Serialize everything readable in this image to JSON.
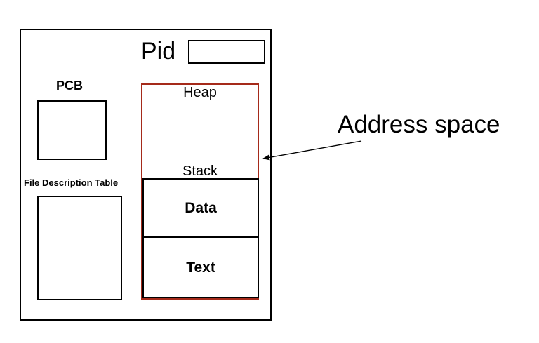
{
  "process": {
    "pid_label": "Pid",
    "pcb_label": "PCB",
    "fdt_label": "File Description Table"
  },
  "address_space": {
    "heap_label": "Heap",
    "stack_label": "Stack",
    "data_label": "Data",
    "text_label": "Text",
    "callout_label": "Address space",
    "outline_color": "#a52a1a"
  }
}
